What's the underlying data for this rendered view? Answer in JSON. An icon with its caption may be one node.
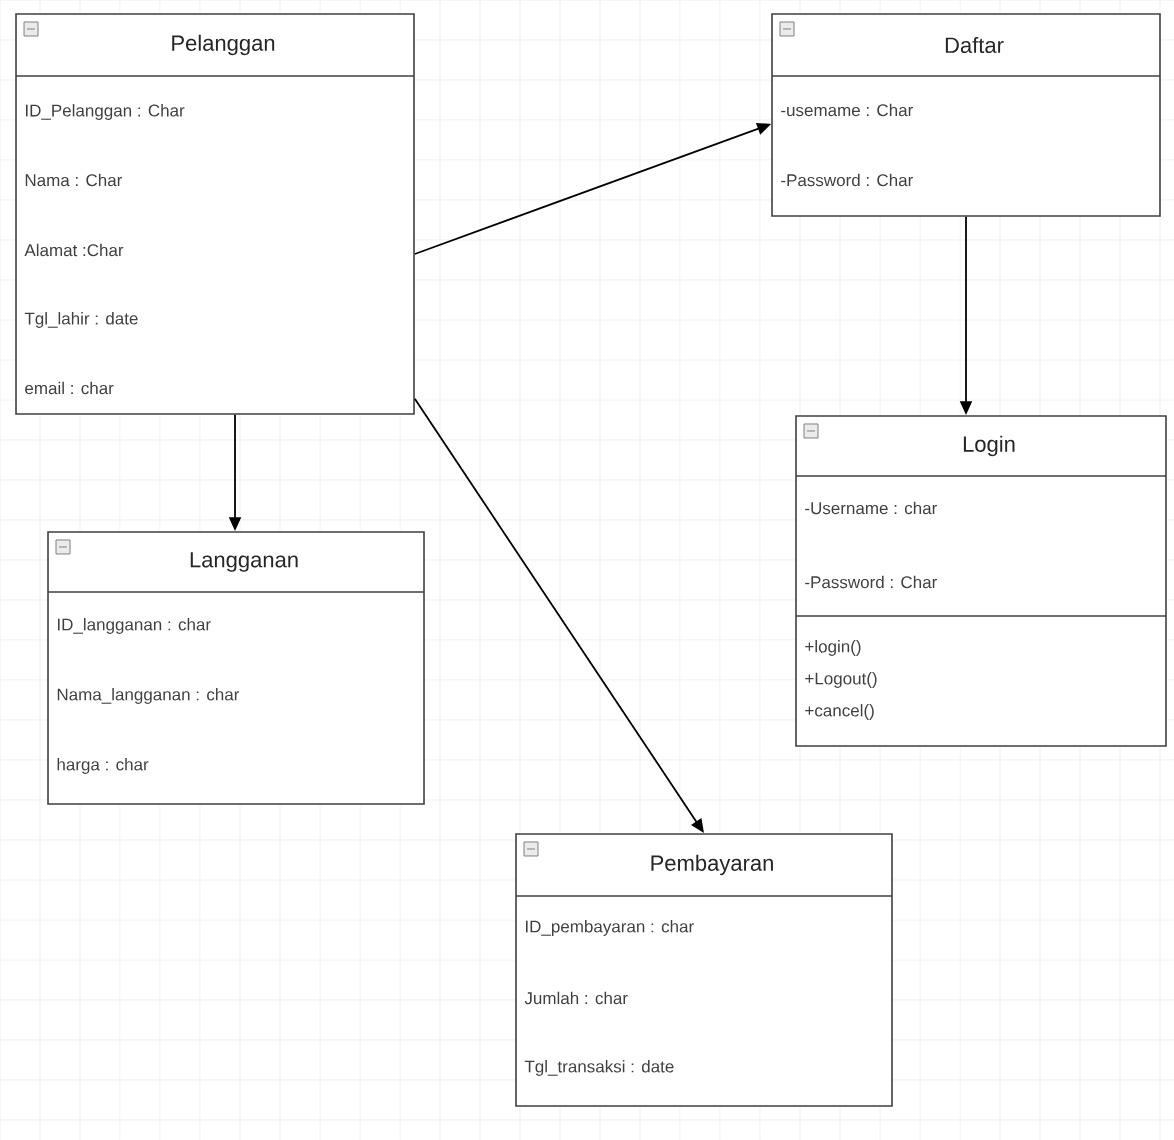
{
  "diagram": {
    "nodes": [
      {
        "text": [
          "Pelanggan",
          "ID_Pelanggan : Char",
          "Nama : Char",
          "Alamat :Char",
          "Tgl_lahir : date",
          "email : char"
        ]
      },
      {
        "text": [
          "Daftar",
          "-usemame : Char",
          "-Password : Char"
        ]
      },
      {
        "text": [
          "Login",
          "-Username : char",
          "-Password : Char",
          "+login()",
          "+Logout()",
          "+cancel()"
        ]
      },
      {
        "text": [
          "Langganan",
          "ID_langganan : char",
          "Nama_langganan : char",
          "harga : char"
        ]
      },
      {
        "text": [
          "Pembayaran",
          "ID_pembayaran : char",
          "Jumlah : char",
          "Tgl_transaksi : date"
        ]
      }
    ],
    "edges": [
      {
        "from": 0,
        "to": 1,
        "arrow": "to"
      },
      {
        "from": 1,
        "to": 2,
        "arrow": "to"
      },
      {
        "from": 0,
        "to": 3,
        "arrow": "to"
      },
      {
        "from": 0,
        "to": 4,
        "arrow": "to"
      }
    ]
  }
}
